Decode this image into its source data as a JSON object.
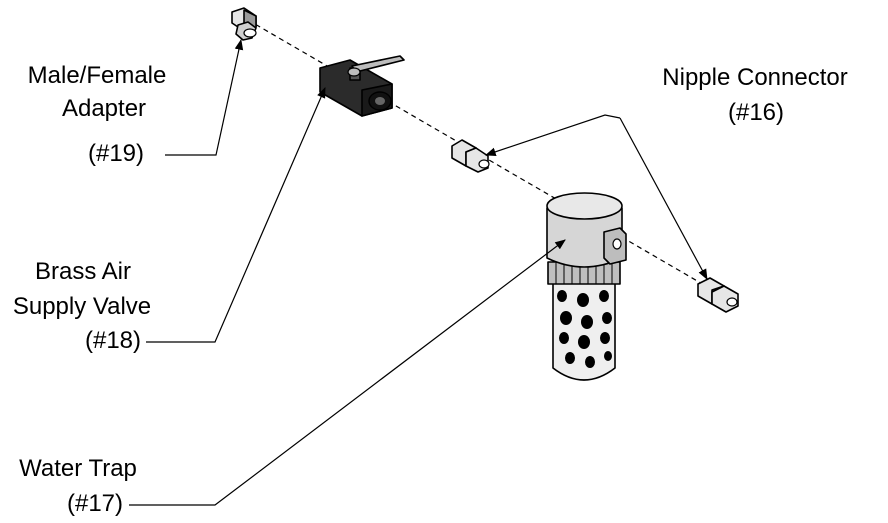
{
  "labels": {
    "adapter": [
      "Male/Female",
      "Adapter",
      "(#19)"
    ],
    "valve": [
      "Brass Air",
      "Supply Valve",
      "(#18)"
    ],
    "nipple": [
      "Nipple Connector",
      "(#16)"
    ],
    "water_trap": [
      "Water Trap",
      "(#17)"
    ]
  },
  "colors": {
    "line": "#000000",
    "valve_body": "#2b2b2b",
    "fitting_light": "#e6e6e6",
    "fitting_shade": "#9a9a9a",
    "bowl": "#efefef",
    "cap": "#d6d6d6",
    "dots": "#000000"
  }
}
